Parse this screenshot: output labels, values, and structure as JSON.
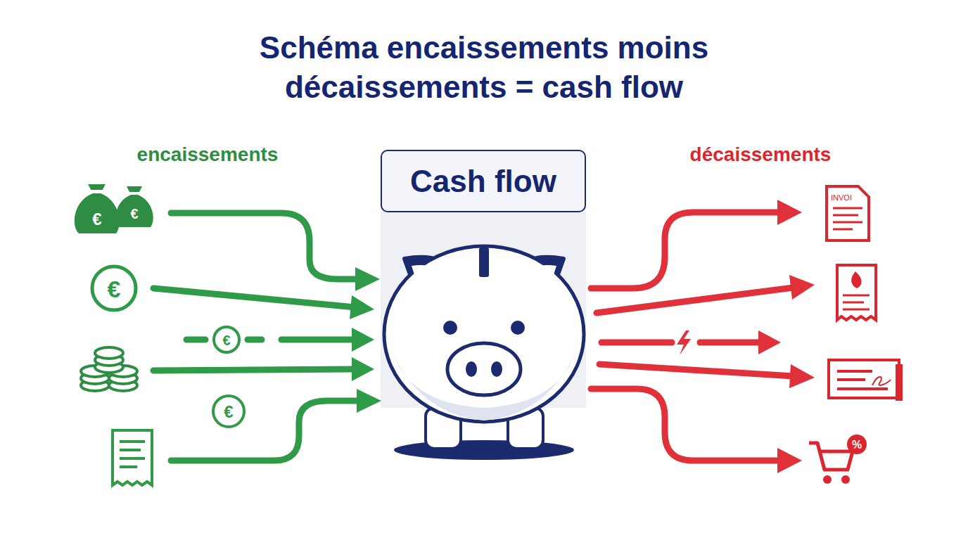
{
  "diagram": {
    "title": "Schéma encaissements moins décaissements = cash flow",
    "nodes": [
      {
        "text": [
          "Cash flow"
        ]
      }
    ],
    "labels": [
      "encaissements",
      "décaissements",
      "€",
      "€",
      "€",
      "€",
      "€",
      "INVOI",
      "%"
    ]
  }
}
